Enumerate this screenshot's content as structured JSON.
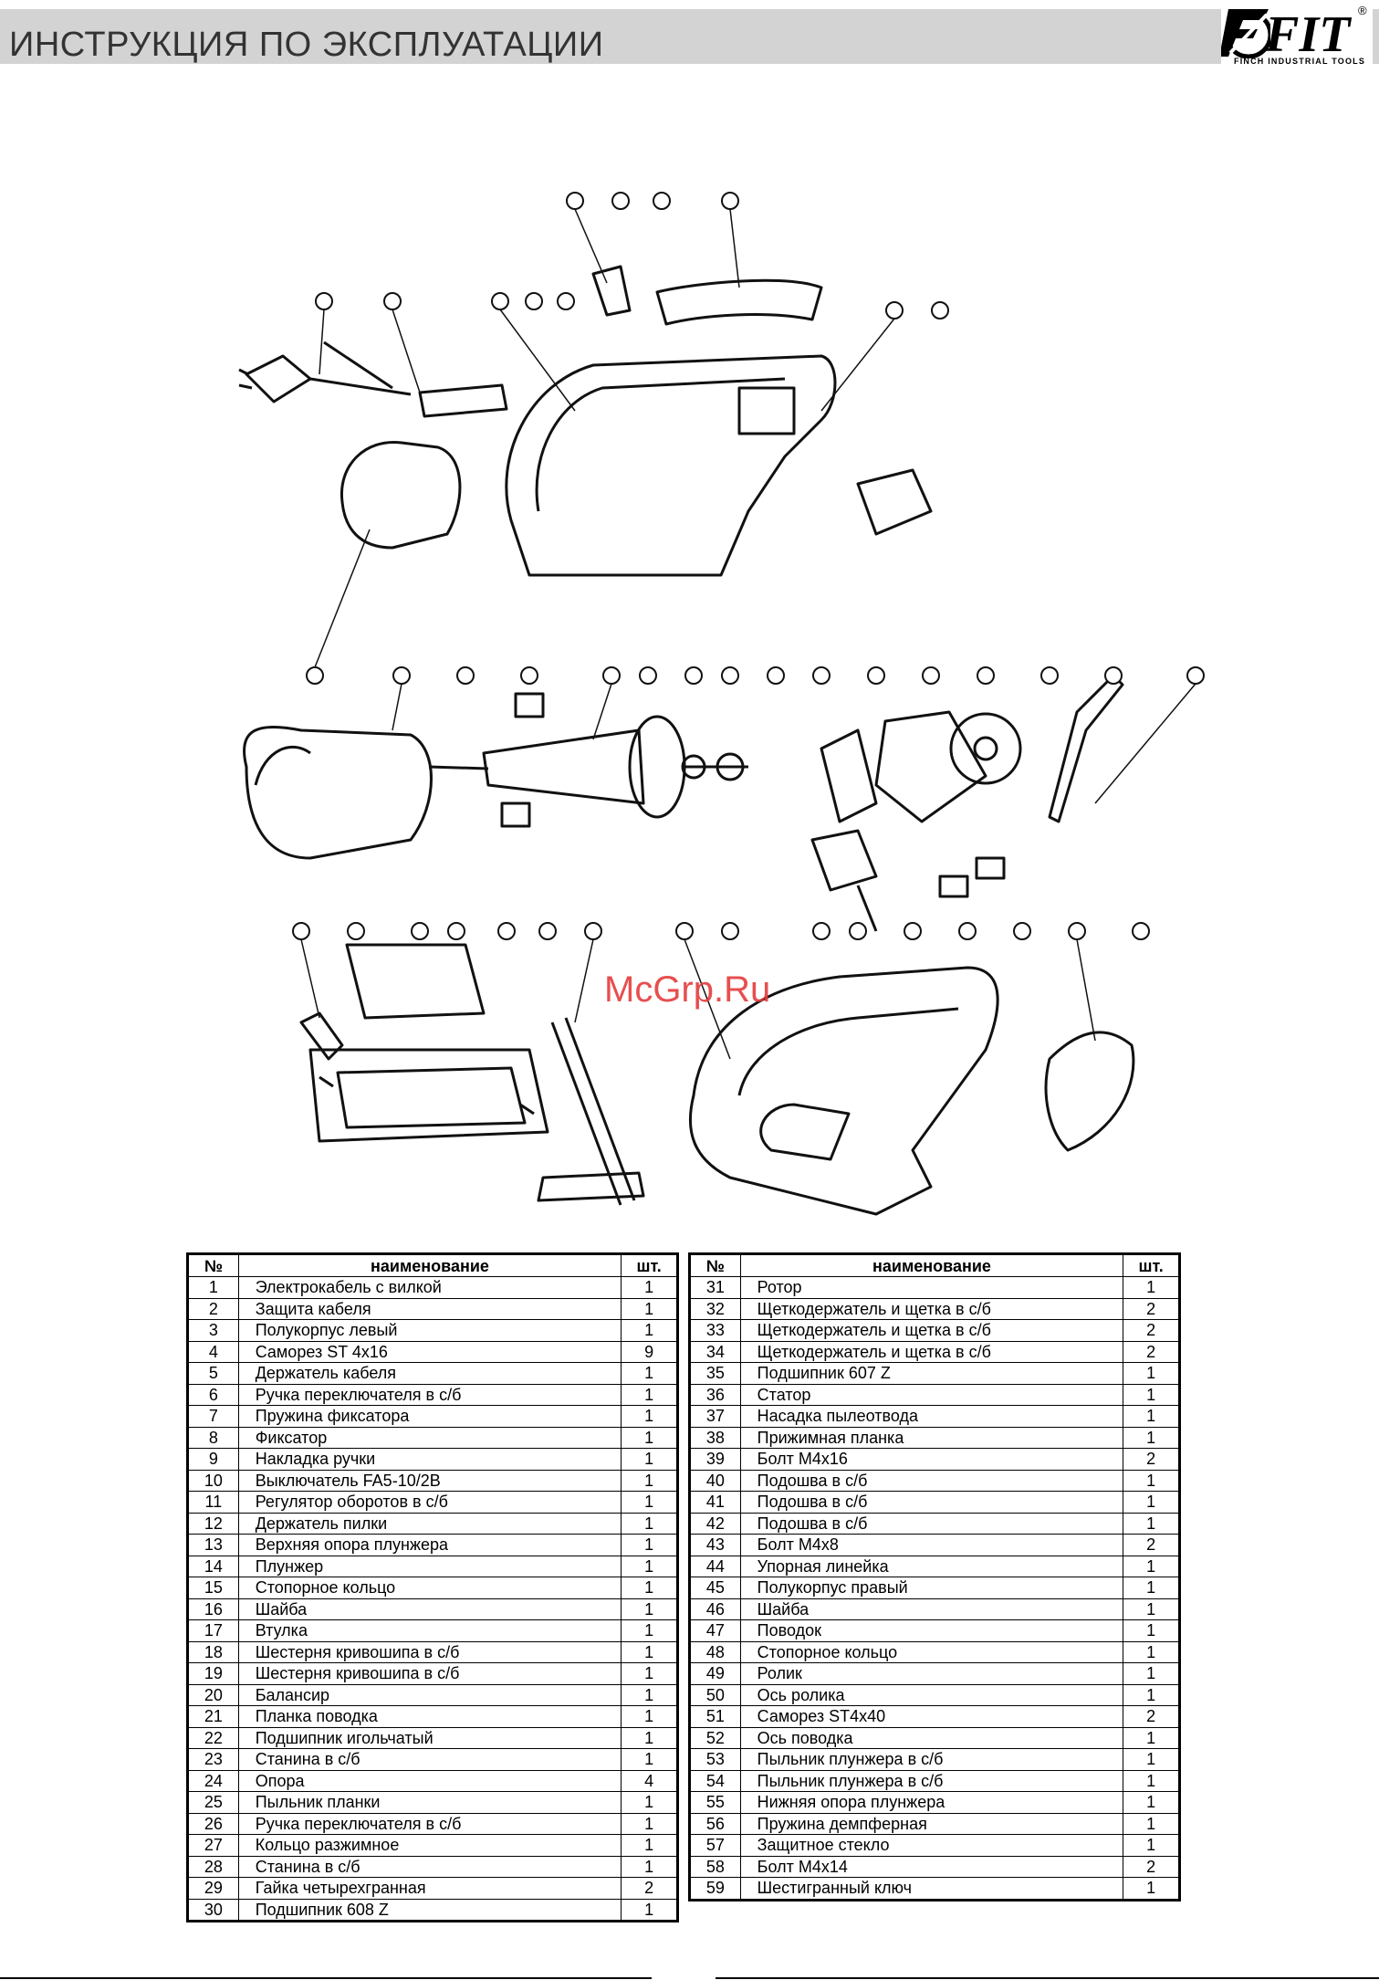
{
  "header": {
    "title": "ИНСТРУКЦИЯ ПО ЭКСПЛУАТАЦИИ",
    "logo_text": "FIT",
    "logo_tagline": "FINCH INDUSTRIAL TOOLS",
    "logo_reg": "®"
  },
  "watermark": "McGrp.Ru",
  "table": {
    "headers": {
      "num": "№",
      "name": "наименование",
      "qty": "шт."
    },
    "left_rows": [
      {
        "num": "1",
        "name": "Электрокабель с вилкой",
        "qty": "1"
      },
      {
        "num": "2",
        "name": "Защита кабеля",
        "qty": "1"
      },
      {
        "num": "3",
        "name": "Полукорпус левый",
        "qty": "1"
      },
      {
        "num": "4",
        "name": "Саморез ST 4x16",
        "qty": "9"
      },
      {
        "num": "5",
        "name": "Держатель кабеля",
        "qty": "1"
      },
      {
        "num": "6",
        "name": "Ручка переключателя в с/б",
        "qty": "1"
      },
      {
        "num": "7",
        "name": "Пружина фиксатора",
        "qty": "1"
      },
      {
        "num": "8",
        "name": "Фиксатор",
        "qty": "1"
      },
      {
        "num": "9",
        "name": "Накладка ручки",
        "qty": "1"
      },
      {
        "num": "10",
        "name": "Выключатель FA5-10/2B",
        "qty": "1"
      },
      {
        "num": "11",
        "name": "Регулятор оборотов в с/б",
        "qty": "1"
      },
      {
        "num": "12",
        "name": "Держатель пилки",
        "qty": "1"
      },
      {
        "num": "13",
        "name": "Верхняя опора плунжера",
        "qty": "1"
      },
      {
        "num": "14",
        "name": "Плунжер",
        "qty": "1"
      },
      {
        "num": "15",
        "name": "Стопорное кольцо",
        "qty": "1"
      },
      {
        "num": "16",
        "name": "Шайба",
        "qty": "1"
      },
      {
        "num": "17",
        "name": "Втулка",
        "qty": "1"
      },
      {
        "num": "18",
        "name": "Шестерня кривошипа в с/б",
        "qty": "1"
      },
      {
        "num": "19",
        "name": "Шестерня кривошипа в с/б",
        "qty": "1"
      },
      {
        "num": "20",
        "name": "Балансир",
        "qty": "1"
      },
      {
        "num": "21",
        "name": "Планка поводка",
        "qty": "1"
      },
      {
        "num": "22",
        "name": "Подшипник игольчатый",
        "qty": "1"
      },
      {
        "num": "23",
        "name": "Станина в с/б",
        "qty": "1"
      },
      {
        "num": "24",
        "name": "Опора",
        "qty": "4"
      },
      {
        "num": "25",
        "name": "Пыльник планки",
        "qty": "1"
      },
      {
        "num": "26",
        "name": "Ручка переключателя в с/б",
        "qty": "1"
      },
      {
        "num": "27",
        "name": "Кольцо разжимное",
        "qty": "1"
      },
      {
        "num": "28",
        "name": "Станина в с/б",
        "qty": "1"
      },
      {
        "num": "29",
        "name": "Гайка четырехгранная",
        "qty": "2"
      },
      {
        "num": "30",
        "name": "Подшипник 608 Z",
        "qty": "1"
      }
    ],
    "right_rows": [
      {
        "num": "31",
        "name": "Ротор",
        "qty": "1"
      },
      {
        "num": "32",
        "name": "Щеткодержатель и щетка в с/б",
        "qty": "2"
      },
      {
        "num": "33",
        "name": "Щеткодержатель и щетка в с/б",
        "qty": "2"
      },
      {
        "num": "34",
        "name": "Щеткодержатель и щетка в с/б",
        "qty": "2"
      },
      {
        "num": "35",
        "name": "Подшипник 607 Z",
        "qty": "1"
      },
      {
        "num": "36",
        "name": "Статор",
        "qty": "1"
      },
      {
        "num": "37",
        "name": "Насадка пылеотвода",
        "qty": "1"
      },
      {
        "num": "38",
        "name": "Прижимная планка",
        "qty": "1"
      },
      {
        "num": "39",
        "name": "Болт М4х16",
        "qty": "2"
      },
      {
        "num": "40",
        "name": "Подошва в с/б",
        "qty": "1"
      },
      {
        "num": "41",
        "name": "Подошва в с/б",
        "qty": "1"
      },
      {
        "num": "42",
        "name": "Подошва в с/б",
        "qty": "1"
      },
      {
        "num": "43",
        "name": "Болт М4х8",
        "qty": "2"
      },
      {
        "num": "44",
        "name": "Упорная линейка",
        "qty": "1"
      },
      {
        "num": "45",
        "name": "Полукорпус правый",
        "qty": "1"
      },
      {
        "num": "46",
        "name": "Шайба",
        "qty": "1"
      },
      {
        "num": "47",
        "name": "Поводок",
        "qty": "1"
      },
      {
        "num": "48",
        "name": "Стопорное кольцо",
        "qty": "1"
      },
      {
        "num": "49",
        "name": "Ролик",
        "qty": "1"
      },
      {
        "num": "50",
        "name": "Ось ролика",
        "qty": "1"
      },
      {
        "num": "51",
        "name": "Саморез ST4x40",
        "qty": "2"
      },
      {
        "num": "52",
        "name": "Ось поводка",
        "qty": "1"
      },
      {
        "num": "53",
        "name": "Пыльник плунжера в с/б",
        "qty": "1"
      },
      {
        "num": "54",
        "name": "Пыльник плунжера в с/б",
        "qty": "1"
      },
      {
        "num": "55",
        "name": "Нижняя опора плунжера",
        "qty": "1"
      },
      {
        "num": "56",
        "name": "Пружина демпферная",
        "qty": "1"
      },
      {
        "num": "57",
        "name": "Защитное стекло",
        "qty": "1"
      },
      {
        "num": "58",
        "name": "Болт М4х14",
        "qty": "2"
      },
      {
        "num": "59",
        "name": "Шестигранный ключ",
        "qty": "1"
      }
    ]
  }
}
